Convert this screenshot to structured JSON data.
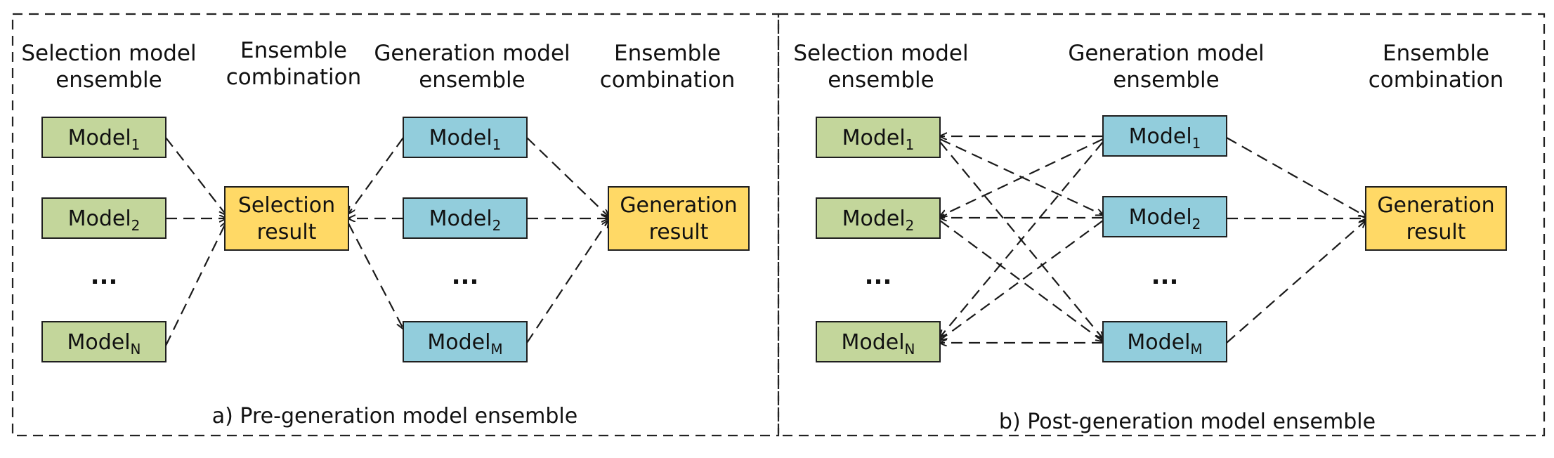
{
  "colors": {
    "selection_model": "#c3d69b",
    "generation_model": "#92cddc",
    "result": "#ffd966",
    "line": "#1a1a1a"
  },
  "icons": {
    "arrow": "arrow-icon"
  },
  "panel_a": {
    "headers": {
      "selection_line1": "Selection model",
      "selection_line2": "ensemble",
      "ens1_line1": "Ensemble",
      "ens1_line2": "combination",
      "generation_line1": "Generation model",
      "generation_line2": "ensemble",
      "ens2_line1": "Ensemble",
      "ens2_line2": "combination"
    },
    "selection_models": [
      {
        "base": "Model",
        "sub": "1"
      },
      {
        "base": "Model",
        "sub": "2"
      },
      {
        "base": "Model",
        "sub": "N"
      }
    ],
    "generation_models": [
      {
        "base": "Model",
        "sub": "1"
      },
      {
        "base": "Model",
        "sub": "2"
      },
      {
        "base": "Model",
        "sub": "M"
      }
    ],
    "ellipsis": "...",
    "selection_result": {
      "line1": "Selection",
      "line2": "result"
    },
    "generation_result": {
      "line1": "Generation",
      "line2": "result"
    },
    "caption": "a) Pre-generation model ensemble"
  },
  "panel_b": {
    "headers": {
      "selection_line1": "Selection model",
      "selection_line2": "ensemble",
      "generation_line1": "Generation model",
      "generation_line2": "ensemble",
      "ens_line1": "Ensemble",
      "ens_line2": "combination"
    },
    "selection_models": [
      {
        "base": "Model",
        "sub": "1"
      },
      {
        "base": "Model",
        "sub": "2"
      },
      {
        "base": "Model",
        "sub": "N"
      }
    ],
    "generation_models": [
      {
        "base": "Model",
        "sub": "1"
      },
      {
        "base": "Model",
        "sub": "2"
      },
      {
        "base": "Model",
        "sub": "M"
      }
    ],
    "ellipsis": "...",
    "generation_result": {
      "line1": "Generation",
      "line2": "result"
    },
    "caption": "b) Post-generation model ensemble"
  }
}
